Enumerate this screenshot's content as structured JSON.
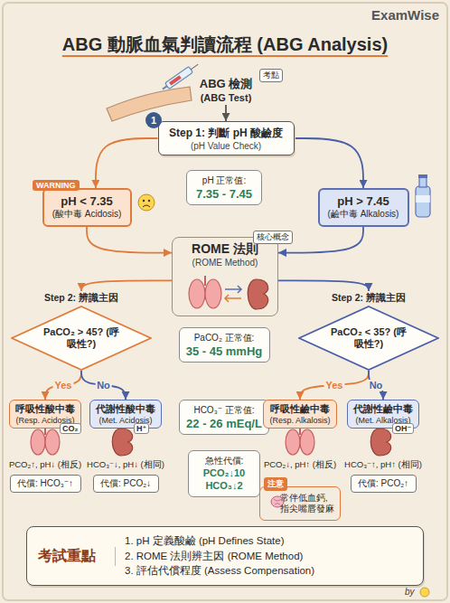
{
  "diagram": {
    "title": "ABG 動脈血氣判讀流程 (ABG Analysis)",
    "nodes": [
      {
        "text": [
          "ABG 檢測",
          "(ABG Test)"
        ]
      },
      {
        "text": [
          "Step 1: 判斷 pH 酸鹼度",
          "(pH Value Check)"
        ]
      },
      {
        "text": [
          "pH < 7.35",
          "(酸中毒 Acidosis)"
        ]
      },
      {
        "text": [
          "pH 正常值:",
          "7.35 - 7.45"
        ]
      },
      {
        "text": [
          "pH > 7.45",
          "(鹼中毒 Alkalosis)"
        ]
      },
      {
        "text": [
          "ROME 法則",
          "(ROME Method)"
        ]
      },
      {
        "text": [
          "Step 2: 辨識主因",
          "PaCO₂ > 45? (呼吸性?)"
        ]
      },
      {
        "text": [
          "Step 2: 辨識主因",
          "PaCO₂ < 35? (呼吸性?)"
        ]
      },
      {
        "text": [
          "PaCO₂ 正常值:",
          "35 - 45 mmHg"
        ]
      },
      {
        "text": [
          "呼吸性酸中毒",
          "(Resp. Acidosis)"
        ]
      },
      {
        "text": [
          "代謝性酸中毒",
          "(Met. Acidosis)"
        ]
      },
      {
        "text": [
          "HCO₃⁻ 正常值:",
          "22 - 26 mEq/L"
        ]
      },
      {
        "text": [
          "呼吸性鹼中毒",
          "(Resp. Alkalosis)"
        ]
      },
      {
        "text": [
          "代謝性鹼中毒",
          "(Met. Alkalosis)"
        ]
      },
      {
        "text": [
          "代償: HCO₃⁻↑"
        ]
      },
      {
        "text": [
          "代償: PCO₂↓"
        ]
      },
      {
        "text": [
          "急性代償:",
          "PCO₂↓10 HCO₃↓2"
        ]
      },
      {
        "text": [
          "注意",
          "常伴低血鈣, 指尖嘴唇發麻"
        ]
      },
      {
        "text": [
          "代償: PCO₂↑"
        ]
      },
      {
        "text": [
          "考試重點",
          "1. pH 定義酸鹼 (pH Defines State)",
          "2. ROME 法則辨主因 (ROME Method)",
          "3. 評估代償程度 (Assess Compensation)"
        ]
      }
    ],
    "edges": [
      {
        "from": 0,
        "to": 1,
        "arrow": "to"
      },
      {
        "from": 1,
        "to": 2,
        "arrow": "to"
      },
      {
        "from": 1,
        "to": 4,
        "arrow": "to"
      },
      {
        "from": 2,
        "to": 5,
        "arrow": "to"
      },
      {
        "from": 4,
        "to": 5,
        "arrow": "to"
      },
      {
        "from": 5,
        "to": 6,
        "arrow": "to"
      },
      {
        "from": 5,
        "to": 7,
        "arrow": "to"
      },
      {
        "from": 6,
        "to": 9,
        "label": "Yes",
        "arrow": "to"
      },
      {
        "from": 6,
        "to": 10,
        "label": "No",
        "arrow": "to"
      },
      {
        "from": 7,
        "to": 12,
        "label": "Yes",
        "arrow": "to"
      },
      {
        "from": 7,
        "to": 13,
        "label": "No",
        "arrow": "to"
      }
    ],
    "labels": [
      "ExamWise",
      "考點",
      "1",
      "WARNING",
      "核心概念",
      "CO₂",
      "H⁺",
      "OH⁻",
      "PCO₂↑, pH↓ (相反)",
      "HCO₃⁻↓, pH↓ (相同)",
      "PCO₂↓, pH↑ (相反)",
      "HCO₃⁻↑, pH↑ (相同)",
      "by"
    ]
  }
}
